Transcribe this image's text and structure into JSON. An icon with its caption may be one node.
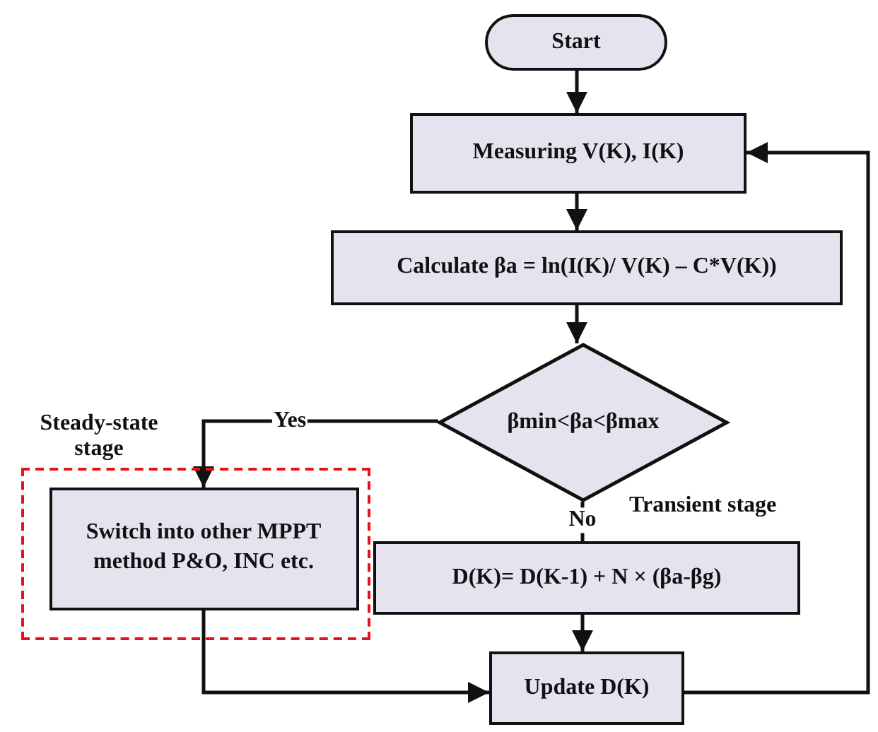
{
  "diagram": {
    "nodes": [
      {
        "text": [
          "Start"
        ]
      },
      {
        "text": [
          "Measuring V(K), I(K)"
        ]
      },
      {
        "text": [
          "Calculate βa = ln(I(K)/ V(K) – C*V(K))"
        ]
      },
      {
        "text": [
          "βmin<βa<βmax"
        ]
      },
      {
        "text": [
          "Steady-state stage"
        ]
      },
      {
        "text": [
          "Switch into other MPPT method  P&O, INC etc."
        ],
        "in": 4
      },
      {
        "text": [
          "D(K)= D(K-1) + N × (βa-βg)"
        ]
      },
      {
        "text": [
          "Update D(K)"
        ]
      }
    ],
    "edges": [
      {
        "from": 0,
        "to": 1,
        "arrow": "to"
      },
      {
        "from": 1,
        "to": 2,
        "arrow": "to"
      },
      {
        "from": 2,
        "to": 3,
        "arrow": "to"
      },
      {
        "from": 3,
        "to": 5,
        "arrow": "to",
        "label": "Yes"
      },
      {
        "from": 3,
        "to": 6,
        "arrow": "none",
        "label": "No"
      },
      {
        "from": 6,
        "to": 7,
        "arrow": "to"
      },
      {
        "from": 5,
        "to": 7,
        "arrow": "to"
      },
      {
        "from": 7,
        "to": 1,
        "arrow": "to"
      }
    ],
    "labels": [
      "Transient stage"
    ]
  }
}
